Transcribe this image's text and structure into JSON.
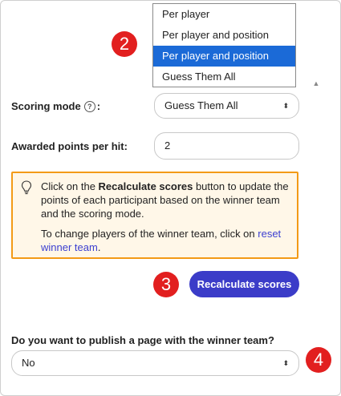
{
  "dropdown": {
    "options": [
      "Per player",
      "Per player and position",
      "Per player and position",
      "Guess Them All"
    ],
    "selected_index": 2
  },
  "badges": {
    "b2": "2",
    "b3": "3",
    "b4": "4"
  },
  "scoring_mode": {
    "label": "Scoring mode",
    "colon": ":",
    "help": "?",
    "value": "Guess Them All",
    "caret": "⬍"
  },
  "points": {
    "label": "Awarded points per hit:",
    "value": "2"
  },
  "info": {
    "line1_pre": "Click on the ",
    "line1_bold": "Recalculate scores",
    "line1_post": " button to update the points of each participant based on the winner team and the scoring mode.",
    "line2_pre": "To change players of the winner team, click on ",
    "line2_link": "reset winner team",
    "line2_post": "."
  },
  "recalculate_button": "Recalculate scores",
  "publish": {
    "label": "Do you want to publish a page with the winner team?",
    "value": "No",
    "caret": "⬍"
  },
  "colors": {
    "badge": "#e21f1f",
    "selected": "#1b6ad7",
    "button": "#3b3cc8",
    "info_border": "#f39a16",
    "link": "#3b3fd0"
  }
}
